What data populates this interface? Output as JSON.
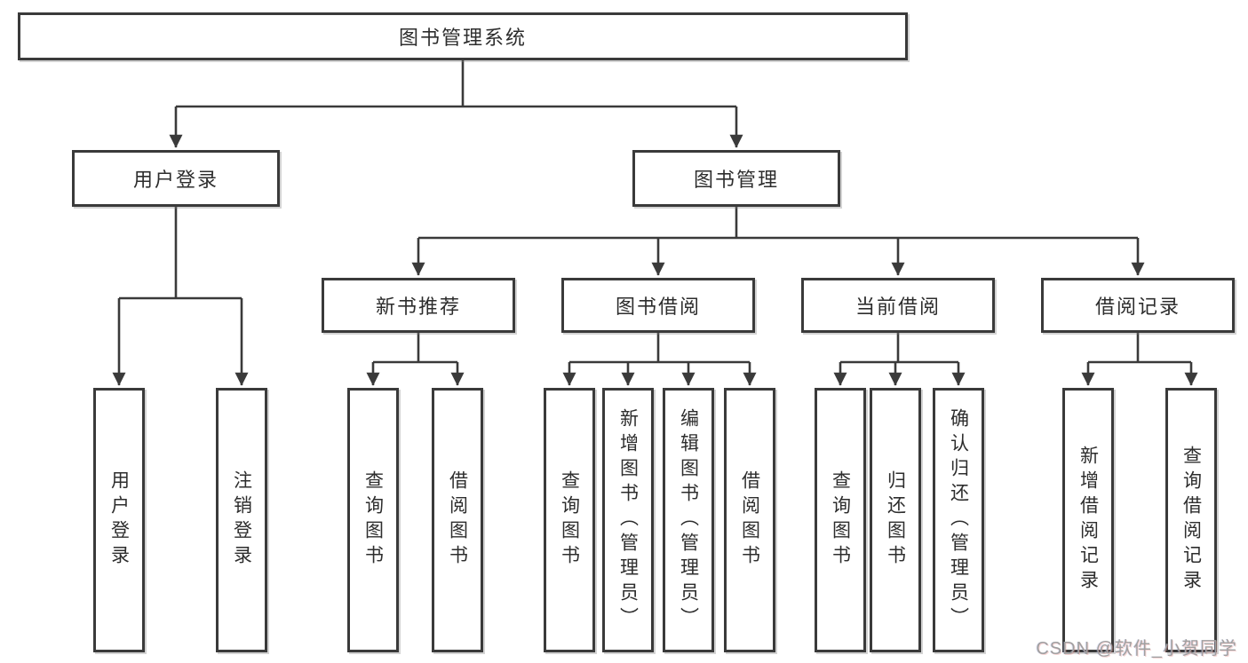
{
  "tree": {
    "root": {
      "label": "图书管理系统"
    },
    "children": [
      {
        "label": "用户登录",
        "children": [
          {
            "label": "用户登录"
          },
          {
            "label": "注销登录"
          }
        ]
      },
      {
        "label": "图书管理",
        "children": [
          {
            "label": "新书推荐",
            "children": [
              {
                "label": "查询图书"
              },
              {
                "label": "借阅图书"
              }
            ]
          },
          {
            "label": "图书借阅",
            "children": [
              {
                "label": "查询图书"
              },
              {
                "label": "新增图书（管理员）"
              },
              {
                "label": "编辑图书（管理员）"
              },
              {
                "label": "借阅图书"
              }
            ]
          },
          {
            "label": "当前借阅",
            "children": [
              {
                "label": "查询图书"
              },
              {
                "label": "归还图书"
              },
              {
                "label": "确认归还（管理员）"
              }
            ]
          },
          {
            "label": "借阅记录",
            "children": [
              {
                "label": "新增借阅记录"
              },
              {
                "label": "查询借阅记录"
              }
            ]
          }
        ]
      }
    ]
  },
  "watermark": {
    "text": "CSDN @软件_小贺同学"
  },
  "colors": {
    "line": "#3a3a3a",
    "box_border": "#3a3a3a",
    "text": "#2d2d2d",
    "background": "#ffffff",
    "watermark": "#a0a0a0"
  }
}
